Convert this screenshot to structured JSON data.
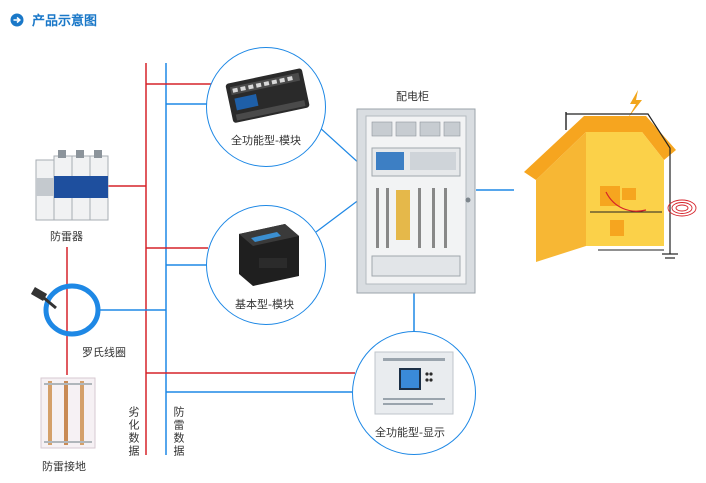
{
  "header": {
    "title": "产品示意图"
  },
  "labels": {
    "full_module": "全功能型-模块",
    "basic_module": "基本型-模块",
    "full_display": "全功能型-显示",
    "cabinet": "配电柜",
    "spd": "防雷器",
    "rogowski": "罗氏线圈",
    "grounding": "防雷接地",
    "degradation_data": "劣化数据",
    "lightning_data": "防雷数据"
  },
  "colors": {
    "red_line": "#d6232a",
    "blue_line": "#1e88e5",
    "header_accent": "#1a78c8"
  }
}
